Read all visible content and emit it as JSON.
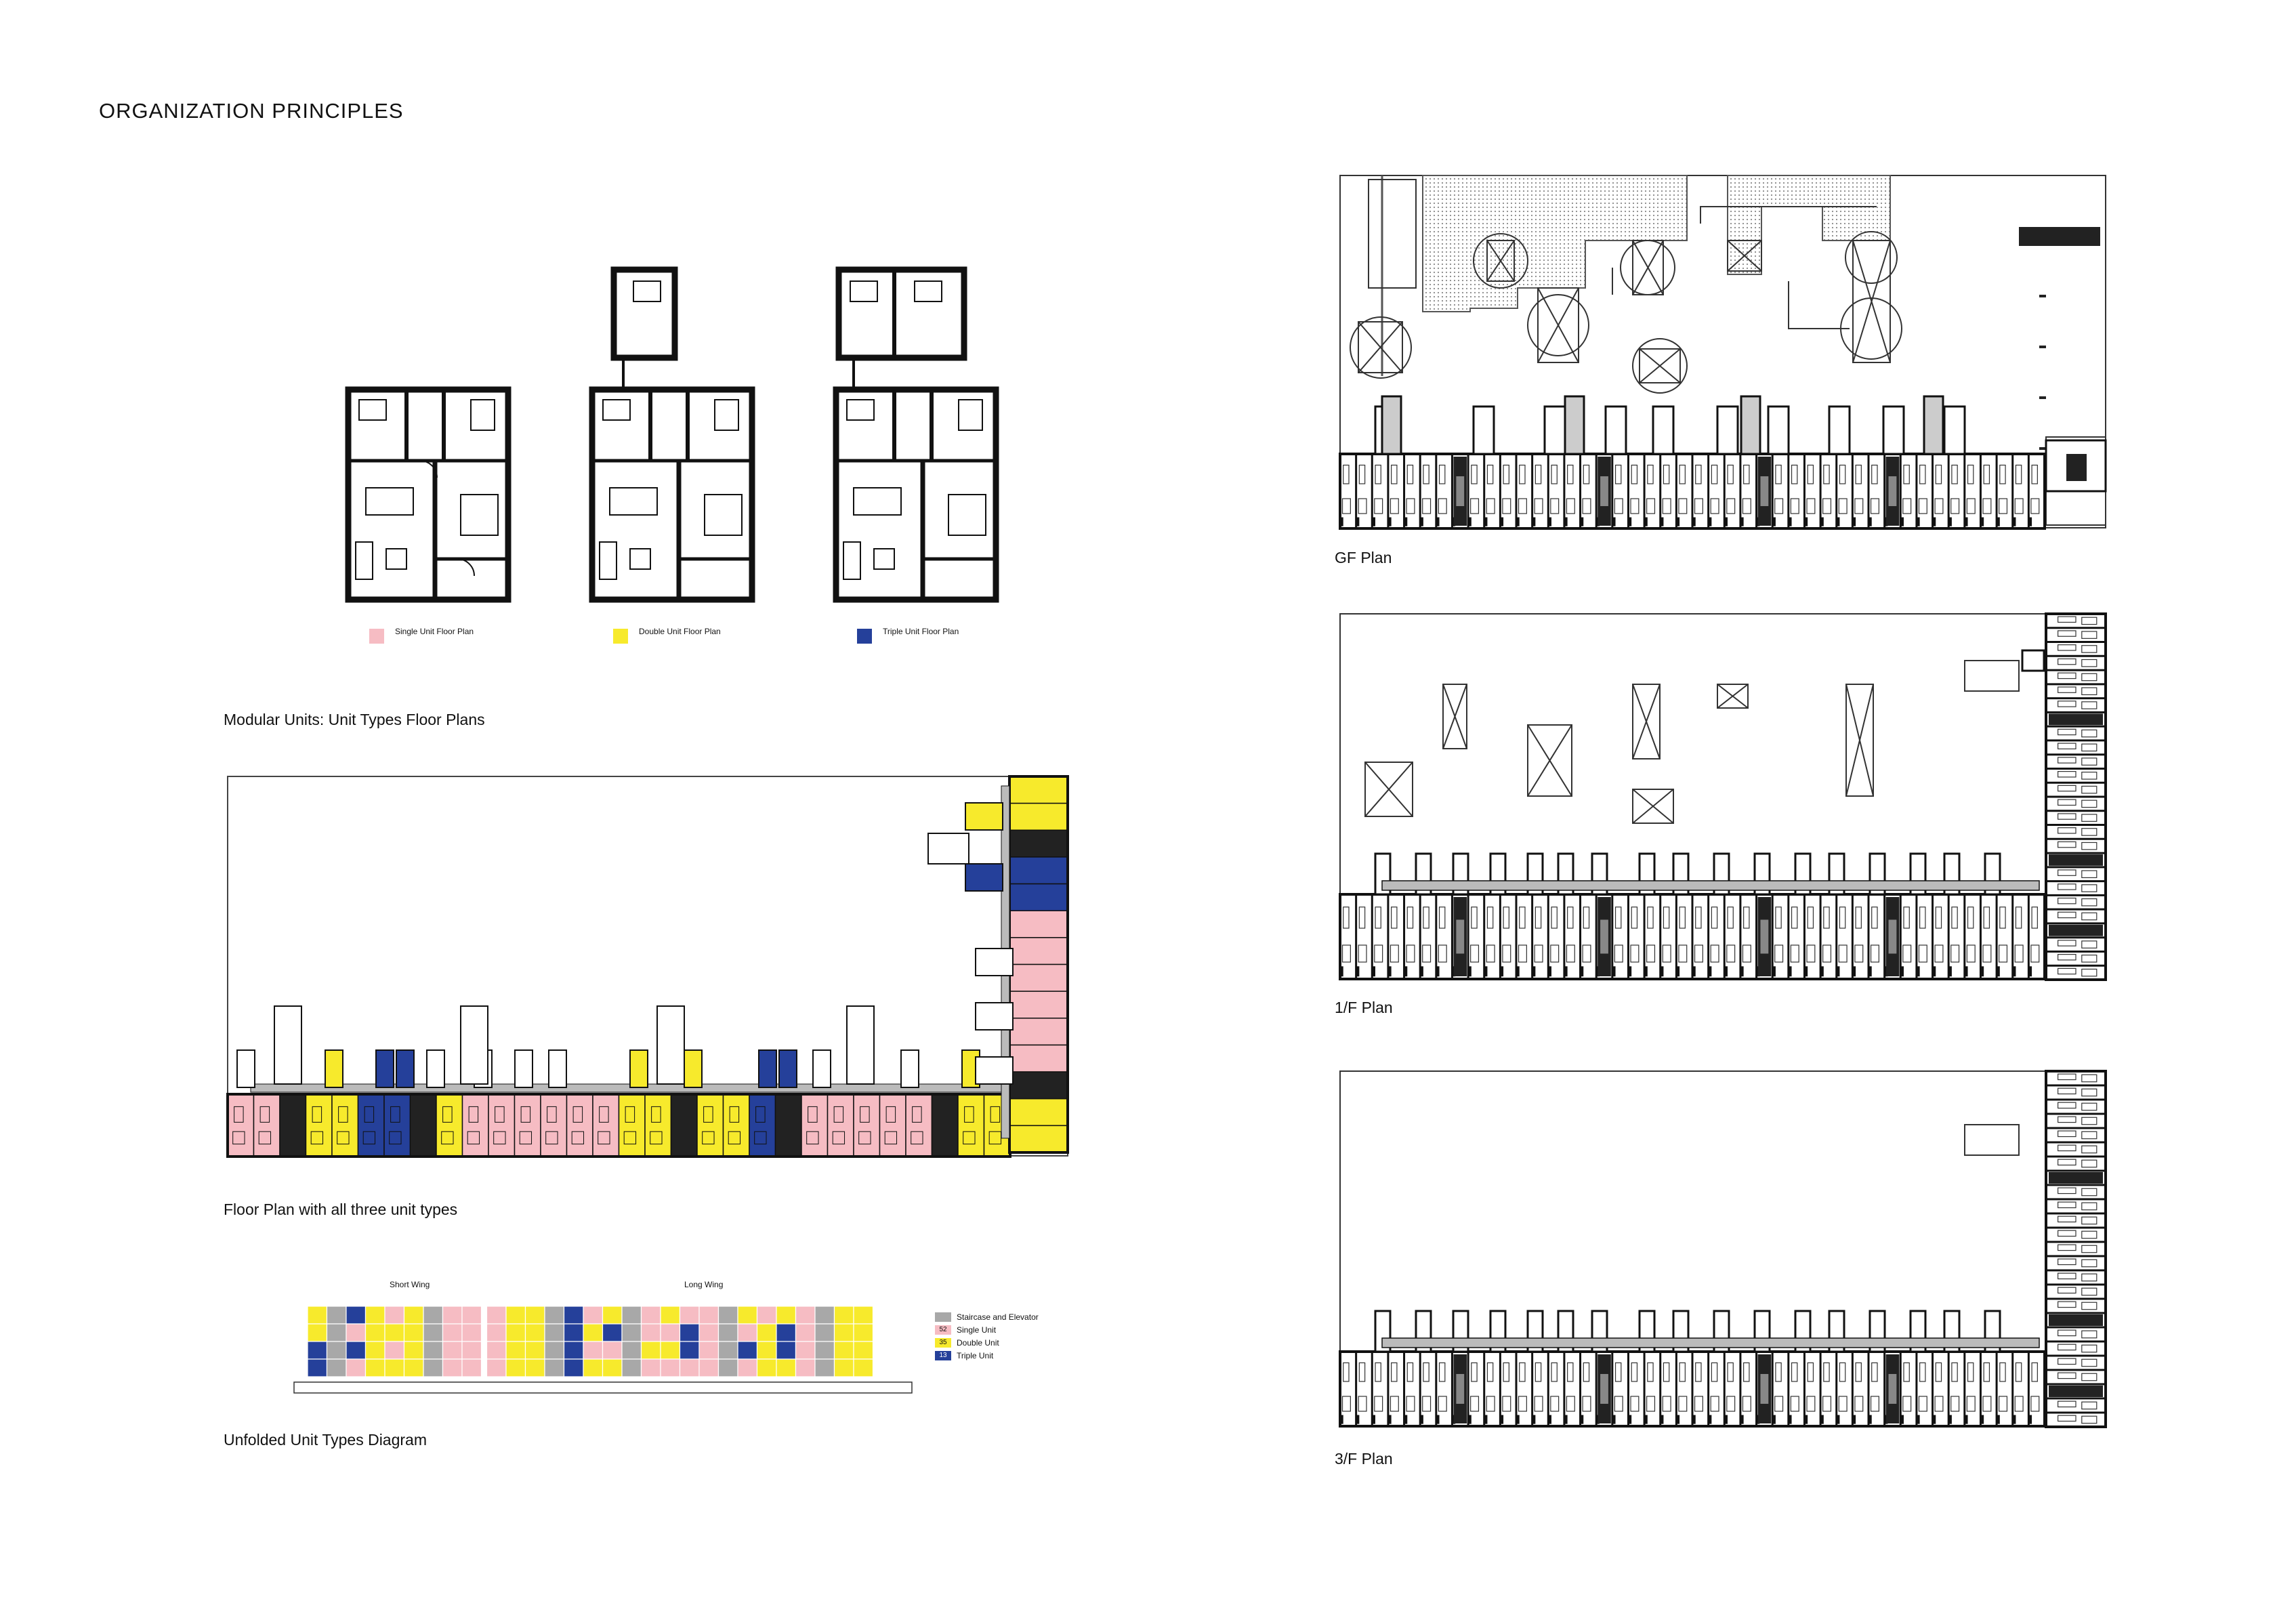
{
  "page": {
    "title": "ORGANIZATION PRINCIPLES"
  },
  "captions": {
    "modular": "Modular Units: Unit Types Floor Plans",
    "floorplan": "Floor Plan with all three unit types",
    "unfolded": "Unfolded Unit Types Diagram",
    "gf": "GF Plan",
    "f1": "1/F Plan",
    "f3": "3/F Plan"
  },
  "unit_legend": {
    "single": "Single Unit Floor Plan",
    "double": "Double Unit Floor Plan",
    "triple": "Triple Unit Floor Plan"
  },
  "unfolded_diagram": {
    "short_wing": "Short Wing",
    "long_wing": "Long Wing",
    "legend": [
      {
        "count": "",
        "label": "Staircase and Elevator",
        "color": "#a8a8a8"
      },
      {
        "count": "52",
        "label": "Single Unit",
        "color": "#f6bcc3"
      },
      {
        "count": "35",
        "label": "Double Unit",
        "color": "#f7ea2c"
      },
      {
        "count": "13",
        "label": "Triple Unit",
        "color": "#25409a"
      }
    ]
  },
  "colors": {
    "single": "#f6bcc3",
    "double": "#f7ea2c",
    "triple": "#25409a",
    "core": "#a8a8a8",
    "wall": "#111111"
  }
}
